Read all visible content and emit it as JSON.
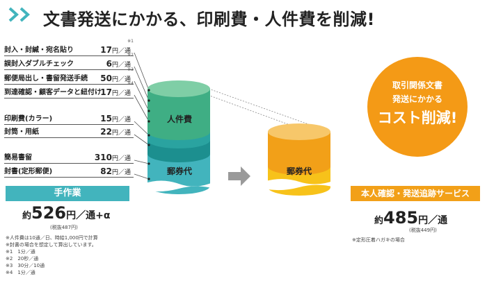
{
  "header": {
    "title": "文書発送にかかる、印刷費・人件費を削減!"
  },
  "costs": [
    {
      "label": "封入・封緘・宛名貼り",
      "amount": "17",
      "unit": "円／通",
      "note": "※1"
    },
    {
      "label": "誤封入ダブルチェック",
      "amount": "6",
      "unit": "円／通",
      "note": "※2"
    },
    {
      "label": "郵便局出し・書留発送手続",
      "amount": "50",
      "unit": "円／通",
      "note": "※3"
    },
    {
      "label": "到達確認・顧客データと紐付け",
      "amount": "17",
      "unit": "円／通",
      "note": "※4"
    },
    {
      "label": "印刷費(カラー)",
      "amount": "15",
      "unit": "円／通",
      "note": ""
    },
    {
      "label": "封筒・用紙",
      "amount": "22",
      "unit": "円／通",
      "note": ""
    },
    {
      "label": "簡易書留",
      "amount": "310",
      "unit": "円／通",
      "note": ""
    },
    {
      "label": "封書(定形郵便)",
      "amount": "82",
      "unit": "円／通",
      "note": ""
    }
  ],
  "left": {
    "badge": "手作業",
    "total_prefix": "約",
    "total_amount": "526",
    "total_unit": "円／通+α",
    "tax_note": "(税抜487円)",
    "footnotes": [
      "※人件費は10通／日、時給1,000円で計算",
      "※封書の場合を想定して算出しています。",
      "※1　1分／通",
      "※2　20秒／通",
      "※3　30分／10通",
      "※4　1分／通"
    ]
  },
  "cylinders": {
    "left_labor": "人件費",
    "left_postage": "郵券代",
    "right_postage": "郵券代"
  },
  "right": {
    "badge": "本人確認・発送追跡サービス",
    "total_prefix": "約",
    "total_amount": "485",
    "total_unit": "円／通",
    "tax_note": "(税抜449円)",
    "footnote": "※定形圧着ハガキの場合"
  },
  "circle": {
    "line1": "取引関係文書",
    "line2": "発送にかかる",
    "line3": "コスト削減!"
  },
  "colors": {
    "teal": "#42b4bd",
    "green": "#3fae84",
    "orange": "#f2a018",
    "yellow": "#f7c21a"
  }
}
